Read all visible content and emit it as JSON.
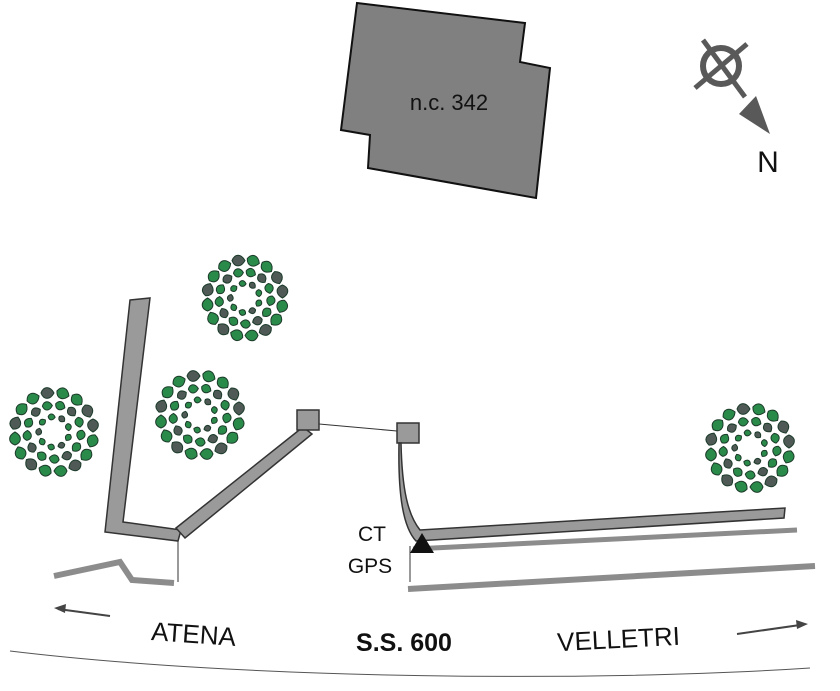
{
  "map": {
    "building_label": "n.c. 342",
    "north_label": "N",
    "station_label_1": "CT",
    "station_label_2": "GPS",
    "road_label": "S.S. 600",
    "left_direction": "ATENA",
    "right_direction": "VELLETRI"
  },
  "colors": {
    "building_fill": "#808080",
    "wall_fill": "#9a9a9a",
    "road_stroke": "#8c8c8c",
    "tree_leaf": "#2a8a4a",
    "tree_shadow": "#4f5a57",
    "compass": "#595959"
  },
  "icons": [
    "compass-icon",
    "tree-icon",
    "triangle-marker-icon",
    "arrow-left-icon",
    "arrow-right-icon"
  ]
}
